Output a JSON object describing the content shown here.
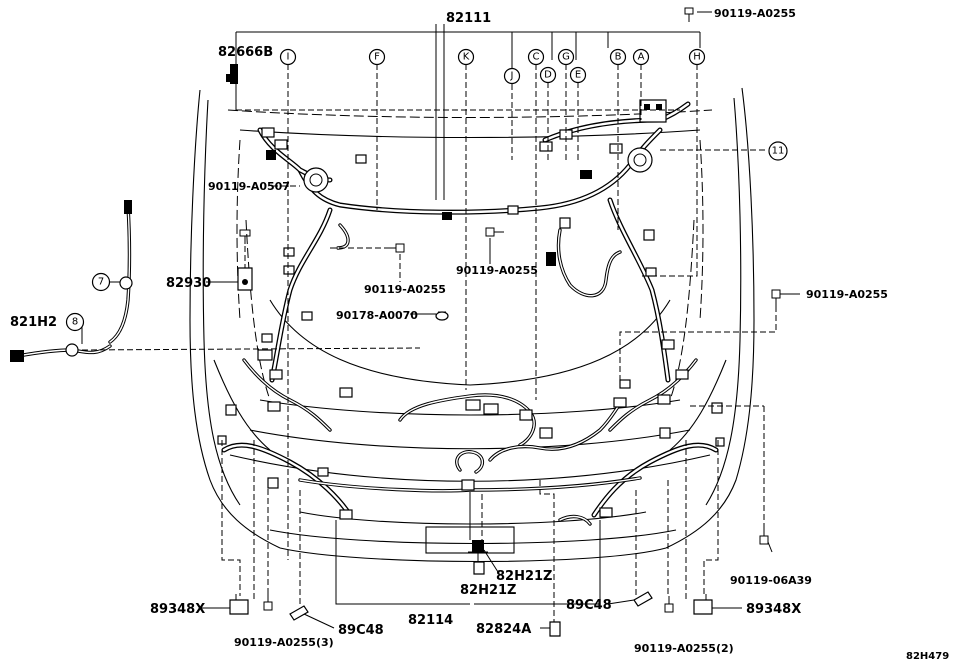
{
  "part_labels": {
    "harness_main": "82111",
    "bracket_top_left": "82666B",
    "bolt_top_right": "90119-A0255",
    "bolt_left_a0507": "90119-A0507",
    "clamp_82930": "82930",
    "bolt_center_left": "90119-A0255",
    "bolt_center": "90119-A0255",
    "bolt_right": "90119-A0255",
    "clip_90178": "90178-A0070",
    "harness_821h2": "821H2",
    "bolt_06a39": "90119-06A39",
    "bracket_89348x_left": "89348X",
    "bracket_89348x_right": "89348X",
    "clip_89c48_left": "89C48",
    "clip_89c48_right": "89C48",
    "bolt_bottom_left_qty": "90119-A0255(3)",
    "bolt_bottom_right_qty": "90119-A0255(2)",
    "harness_82114": "82114",
    "bracket_82h21z_upper": "82H21Z",
    "bracket_82h21z_lower": "82H21Z",
    "clip_82824a": "82824A",
    "diagram_code": "82H479"
  },
  "callouts": {
    "I": "I",
    "F": "F",
    "K": "K",
    "J": "J",
    "C": "C",
    "D": "D",
    "G": "G",
    "E": "E",
    "B": "B",
    "A": "A",
    "H": "H",
    "n7": "7",
    "n8": "8",
    "n11": "11"
  },
  "colors": {
    "ink": "#000000",
    "paper": "#ffffff"
  }
}
